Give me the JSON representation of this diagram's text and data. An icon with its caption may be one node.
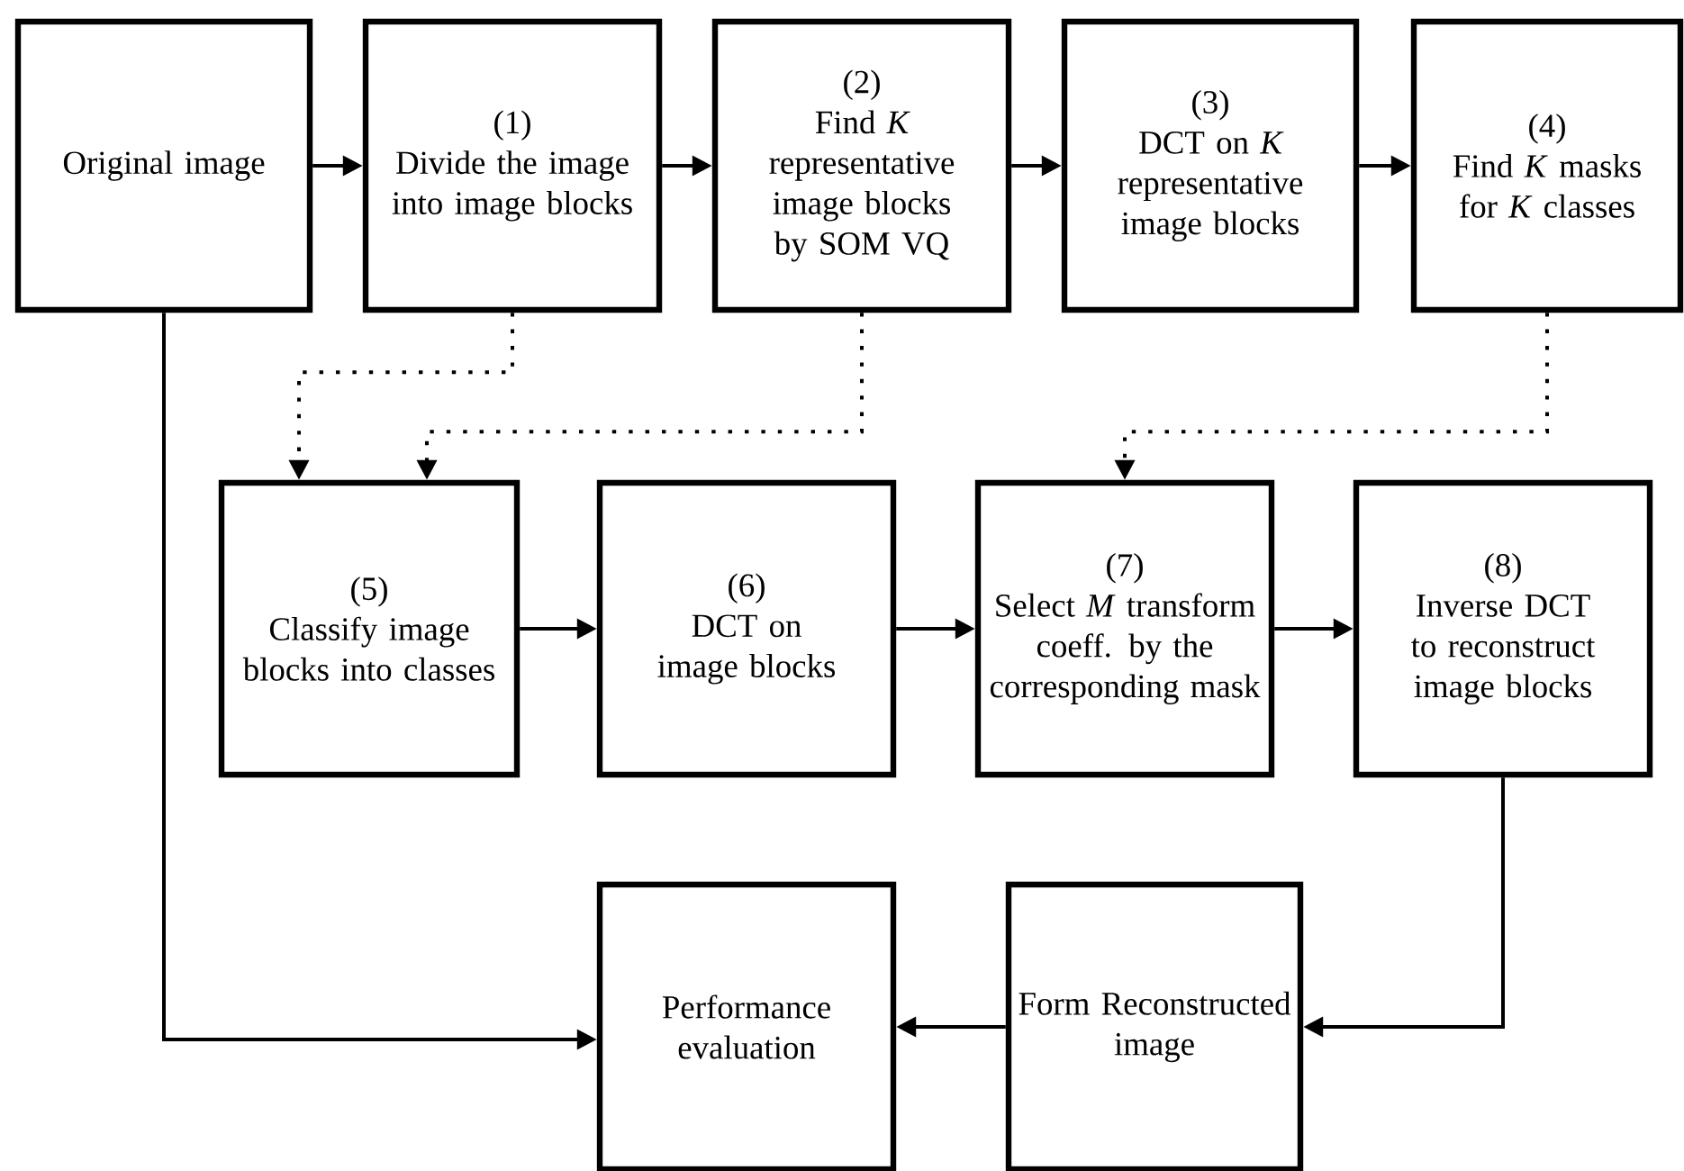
{
  "diagram": {
    "nodes": [
      {
        "text": [
          "Original image"
        ]
      },
      {
        "text": [
          "(1)",
          "Divide the image into image blocks"
        ]
      },
      {
        "text": [
          "(2)",
          "Find *K* representative image blocks by SOM VQ"
        ]
      },
      {
        "text": [
          "(3)",
          "DCT on *K* representative image blocks"
        ]
      },
      {
        "text": [
          "(4)",
          "Find *K* masks for *K* classes"
        ]
      },
      {
        "text": [
          "(5)",
          "Classify image blocks into classes"
        ]
      },
      {
        "text": [
          "(6)",
          "DCT on image blocks"
        ]
      },
      {
        "text": [
          "(7)",
          "Select *M* transform coeff. by the corresponding mask"
        ]
      },
      {
        "text": [
          "(8)",
          "Inverse DCT to reconstruct image blocks"
        ]
      },
      {
        "text": [
          "Performance evaluation"
        ]
      },
      {
        "text": [
          "Form Reconstructed image"
        ]
      }
    ],
    "edges": [
      {
        "from": 0,
        "to": 1,
        "arrow": "to"
      },
      {
        "from": 1,
        "to": 2,
        "arrow": "to"
      },
      {
        "from": 2,
        "to": 3,
        "arrow": "to"
      },
      {
        "from": 3,
        "to": 4,
        "arrow": "to"
      },
      {
        "from": 1,
        "to": 5,
        "arrow": "to",
        "style": "dashed"
      },
      {
        "from": 2,
        "to": 5,
        "arrow": "to",
        "style": "dashed"
      },
      {
        "from": 4,
        "to": 7,
        "arrow": "to",
        "style": "dashed"
      },
      {
        "from": 5,
        "to": 6,
        "arrow": "to"
      },
      {
        "from": 6,
        "to": 7,
        "arrow": "to"
      },
      {
        "from": 7,
        "to": 8,
        "arrow": "to"
      },
      {
        "from": 8,
        "to": 10,
        "arrow": "to"
      },
      {
        "from": 10,
        "to": 9,
        "arrow": "to"
      },
      {
        "from": 0,
        "to": 9,
        "arrow": "to"
      }
    ]
  }
}
